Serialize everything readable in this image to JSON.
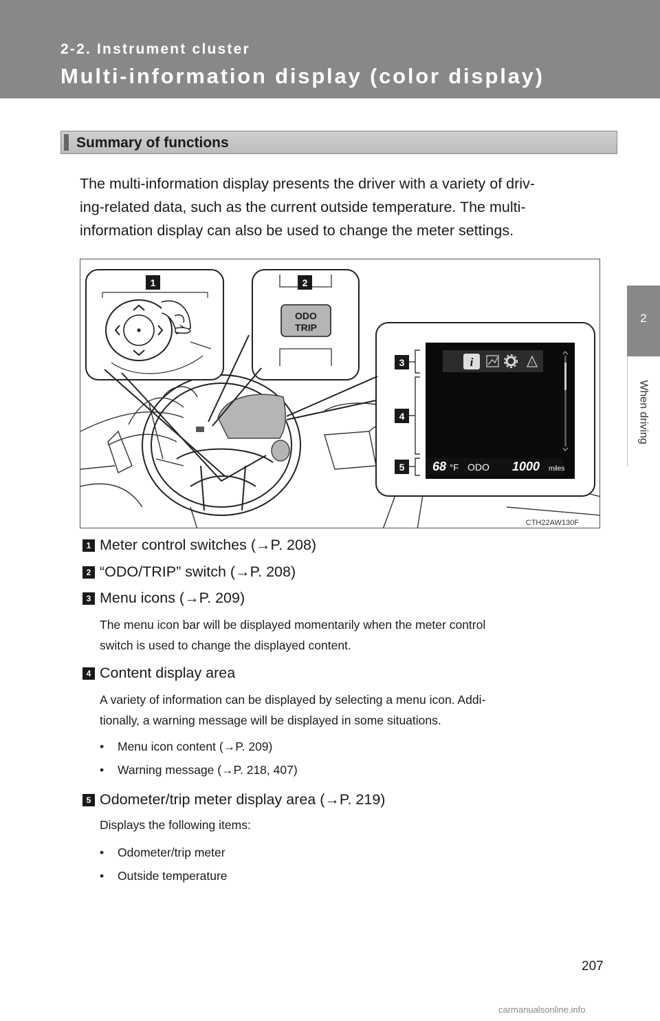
{
  "header": {
    "section": "2-2. Instrument cluster",
    "title": "Multi-information display (color display)"
  },
  "side_tab": {
    "number": "2",
    "label": "When driving"
  },
  "summary": {
    "heading": "Summary of functions",
    "intro_lines": [
      "The multi-information display presents the driver with a variety of driv-",
      "ing-related data, such as the current outside temperature. The multi-",
      "information display can also be used to change the meter settings."
    ]
  },
  "figure": {
    "callouts": [
      "1",
      "2",
      "3",
      "4",
      "5"
    ],
    "odo_button_line1": "ODO",
    "odo_button_line2": "TRIP",
    "display_temp": "68",
    "display_temp_unit": "°F",
    "display_odo_label": "ODO",
    "display_odo_value": "1000",
    "display_odo_unit": "miles",
    "code": "CTH22AW130F",
    "icons": [
      "info-icon",
      "drive-info-icon",
      "settings-icon",
      "warning-icon"
    ]
  },
  "items": [
    {
      "badge": "1",
      "text": "Meter control switches (→P. 208)"
    },
    {
      "badge": "2",
      "text": "“ODO/TRIP” switch (→P. 208)"
    },
    {
      "badge": "3",
      "text": "Menu icons (→P. 209)",
      "desc": [
        "The menu icon bar will be displayed momentarily when the meter control",
        "switch is used to change the displayed content."
      ]
    },
    {
      "badge": "4",
      "text": "Content display area",
      "desc": [
        "A variety of information can be displayed by selecting a menu icon. Addi-",
        "tionally, a warning message will be displayed in some situations."
      ],
      "bullets": [
        "Menu icon content (→P. 209)",
        "Warning message (→P. 218, 407)"
      ]
    },
    {
      "badge": "5",
      "text": "Odometer/trip meter display area (→P. 219)",
      "desc": [
        "Displays the following items:"
      ],
      "bullets": [
        "Odometer/trip meter",
        "Outside temperature"
      ]
    }
  ],
  "bullet_char": "•",
  "page_number": "207",
  "watermark": "carmanualsonline.info"
}
